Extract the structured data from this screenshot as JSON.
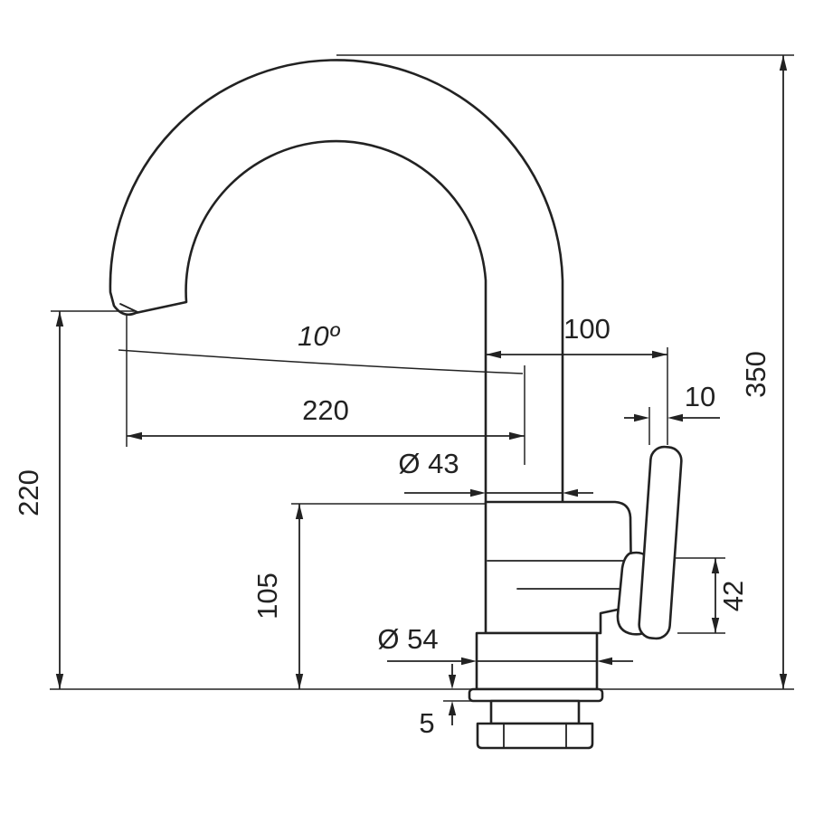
{
  "labels": {
    "total_height": "350",
    "spout_height": "220",
    "spout_reach": "220",
    "top_offset": "100",
    "handle_thickness": "10",
    "spout_angle": "10º",
    "spout_diameter": "Ø 43",
    "body_height": "105",
    "handle_length": "42",
    "base_diameter": "Ø 54",
    "flange_thickness": "5"
  },
  "colors": {
    "ink": "#222222",
    "background": "#ffffff"
  }
}
